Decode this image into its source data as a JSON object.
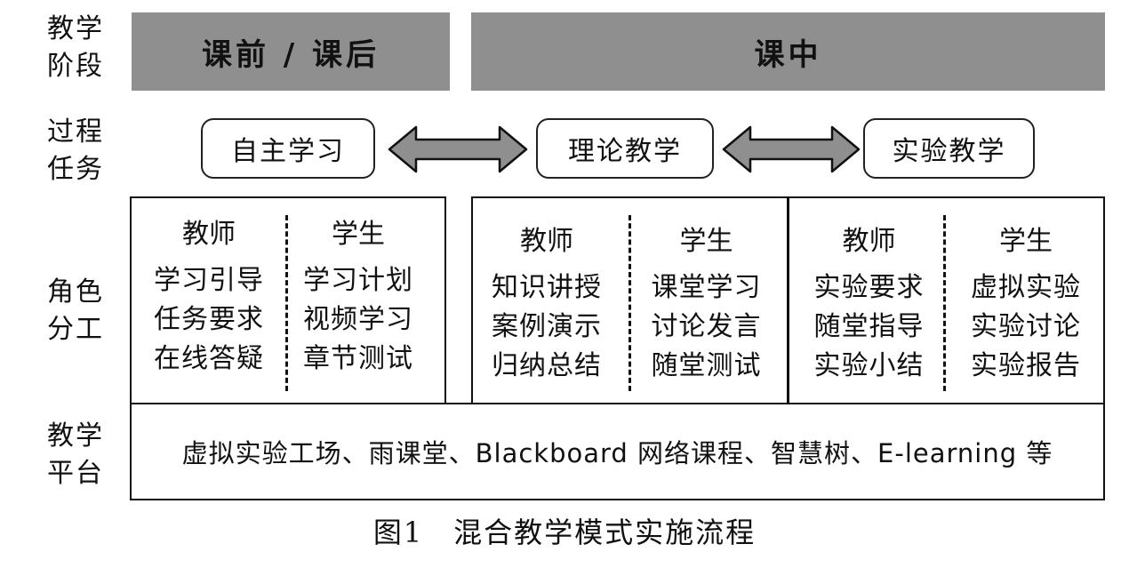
{
  "row_labels": {
    "stage": "教学\n阶段",
    "task": "过程\n任务",
    "role": "角色\n分工",
    "platform": "教学\n平台"
  },
  "stages": {
    "pre_post": "课前 / 课后",
    "in_class": "课中"
  },
  "tasks": {
    "self_study": "自主学习",
    "theory": "理论教学",
    "experiment": "实验教学"
  },
  "roles": {
    "pre_post": {
      "teacher": {
        "head": "教师",
        "items": [
          "学习引导",
          "任务要求",
          "在线答疑"
        ]
      },
      "student": {
        "head": "学生",
        "items": [
          "学习计划",
          "视频学习",
          "章节测试"
        ]
      }
    },
    "theory": {
      "teacher": {
        "head": "教师",
        "items": [
          "知识讲授",
          "案例演示",
          "归纳总结"
        ]
      },
      "student": {
        "head": "学生",
        "items": [
          "课堂学习",
          "讨论发言",
          "随堂测试"
        ]
      }
    },
    "experiment": {
      "teacher": {
        "head": "教师",
        "items": [
          "实验要求",
          "随堂指导",
          "实验小结"
        ]
      },
      "student": {
        "head": "学生",
        "items": [
          "虚拟实验",
          "实验讨论",
          "实验报告"
        ]
      }
    }
  },
  "platform_text": "虚拟实验工场、雨课堂、Blackboard 网络课程、智慧树、E-learning 等",
  "caption": "图1　混合教学模式实施流程",
  "colors": {
    "stage_fill": "#8f8f8f",
    "arrow_fill": "#8f8f8f",
    "stroke": "#111111"
  }
}
